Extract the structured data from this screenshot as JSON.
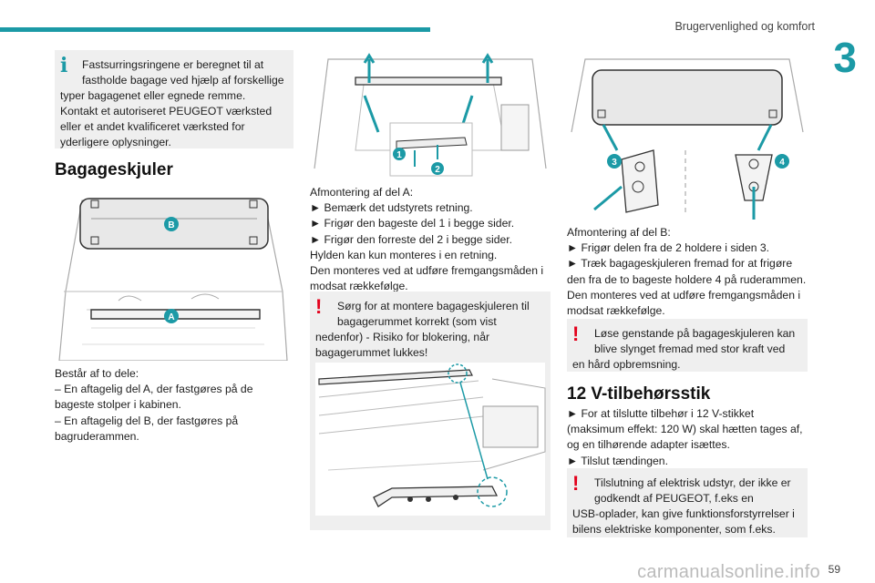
{
  "header": {
    "section_title": "Brugervenlighed og komfort",
    "chapter_number": "3"
  },
  "footer": {
    "page_number": "59",
    "watermark": "carmanualsonline.info"
  },
  "col1": {
    "info_box": [
      "Fastsurringsringene er beregnet til at",
      "fastholde bagage ved hjælp af forskellige",
      "typer bagagenet eller egnede remme.",
      "Kontakt et autoriseret PEUGEOT værksted",
      "eller et andet kvalificeret værksted for",
      "yderligere oplysninger."
    ],
    "heading": "Bagageskjuler",
    "figure_labels": {
      "a": "A",
      "b": "B"
    },
    "text": [
      "Består af to dele:",
      "– En aftagelig del A, der fastgøres på de",
      "bageste stolper i kabinen.",
      "– En aftagelig del B, der fastgøres på",
      "bagruderammen."
    ]
  },
  "col2": {
    "figure_labels": {
      "one": "1",
      "two": "2"
    },
    "text": [
      "Afmontering af del A:",
      "► Bemærk det udstyrets retning.",
      "► Frigør den bageste del 1 i begge sider.",
      "► Frigør den forreste del 2 i begge sider.",
      "Hylden kan kun monteres i en retning.",
      "Den monteres ved at udføre fremgangsmåden i",
      "modsat rækkefølge."
    ],
    "warning_box": [
      "Sørg for at montere bagageskjuleren til",
      "bagagerummet korrekt (som vist",
      "nedenfor) - Risiko for blokering, når",
      "bagagerummet lukkes!"
    ]
  },
  "col3": {
    "figure_labels": {
      "three": "3",
      "four": "4"
    },
    "text": [
      "Afmontering af del B:",
      "► Frigør delen fra de 2 holdere i siden 3.",
      "► Træk bagageskjuleren fremad for at frigøre",
      "den fra de to bageste holdere 4 på ruderammen.",
      "Den monteres ved at udføre fremgangsmåden i",
      "modsat rækkefølge."
    ],
    "warning_box1": [
      "Løse genstande på bagageskjuleren kan",
      "blive slynget fremad med stor kraft ved",
      "en hård opbremsning."
    ],
    "heading": "12 V-tilbehørsstik",
    "text2": [
      "► For at tilslutte tilbehør i 12 V-stikket",
      "(maksimum effekt: 120 W) skal hætten tages af,",
      "og en tilhørende adapter isættes.",
      "► Tilslut tændingen."
    ],
    "warning_box2": [
      "Tilslutning af elektrisk udstyr, der ikke er",
      "godkendt af PEUGEOT, f.eks en",
      "USB-oplader, kan give funktionsforstyrrelser i",
      "bilens elektriske komponenter, som f.eks."
    ]
  },
  "signs": {
    "info": "i",
    "warning": "!"
  },
  "colors": {
    "accent": "#1c9aa6",
    "warning": "#e3001b",
    "box_bg": "#efefef"
  }
}
